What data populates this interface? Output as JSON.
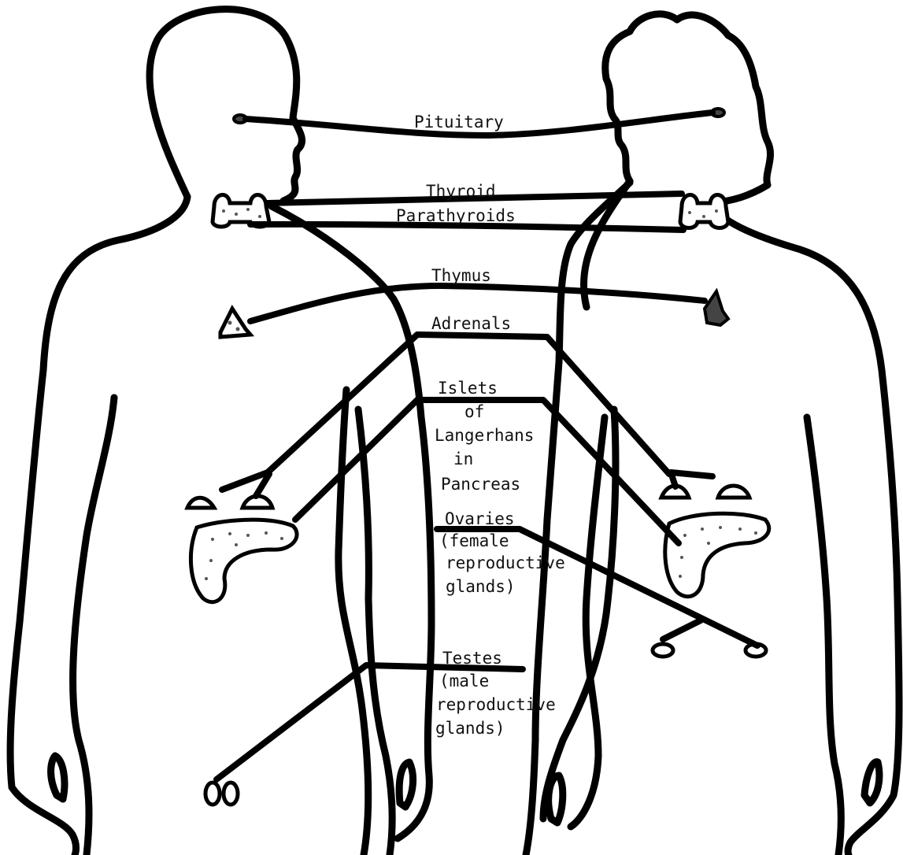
{
  "labels": {
    "pituitary": "Pituitary",
    "thyroid": "Thyroid",
    "parathyroids": "Parathyroids",
    "thymus": "Thymus",
    "adrenals": "Adrenals",
    "islets_1": "Islets",
    "islets_2": "of",
    "islets_3": "Langerhans",
    "islets_4": "in",
    "islets_5": "Pancreas",
    "ovaries_1": "Ovaries",
    "ovaries_2": "(female",
    "ovaries_3": "reproductive",
    "ovaries_4": "glands)",
    "testes_1": "Testes",
    "testes_2": "(male",
    "testes_3": "reproductive",
    "testes_4": "glands)"
  },
  "colors": {
    "ink": "#000000",
    "paper": "#ffffff"
  }
}
